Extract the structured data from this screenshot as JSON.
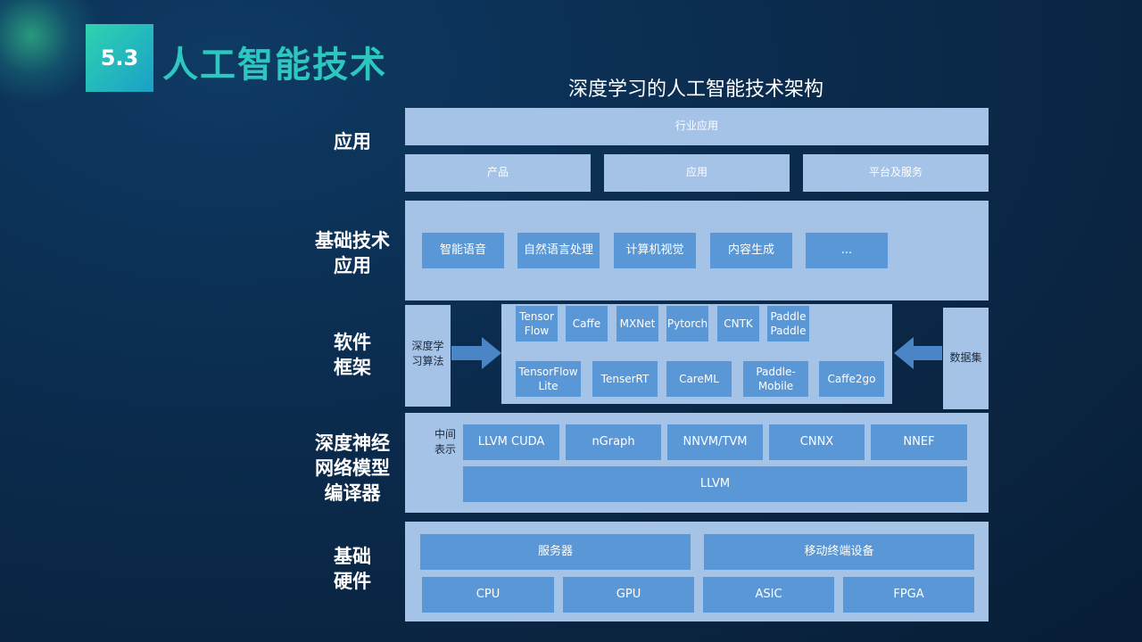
{
  "header": {
    "badge": "5.3",
    "title": "人工智能技术",
    "subtitle": "深度学习的人工智能技术架构"
  },
  "layers": {
    "app": {
      "label": [
        "应用"
      ],
      "top_bar": "行业应用",
      "items": [
        "产品",
        "应用",
        "平台及服务"
      ]
    },
    "basic_tech": {
      "label": [
        "基础技术",
        "应用"
      ],
      "items": [
        "智能语音",
        "自然语言处理",
        "计算机视觉",
        "内容生成",
        "..."
      ]
    },
    "framework": {
      "label": [
        "软件",
        "框架"
      ],
      "left_box": "深度学习算法",
      "right_box": "数据集",
      "row1": [
        "Tensor Flow",
        "Caffe",
        "MXNet",
        "Pytorch",
        "CNTK",
        "Paddle Paddle"
      ],
      "row2": [
        "TensorFlow Lite",
        "TenserRT",
        "CareML",
        "Paddle-Mobile",
        "Caffe2go"
      ]
    },
    "compiler": {
      "label": [
        "深度神经",
        "网络模型",
        "编译器"
      ],
      "side_text": "中间表示",
      "items": [
        "LLVM CUDA",
        "nGraph",
        "NNVM/TVM",
        "CNNX",
        "NNEF"
      ],
      "bottom": "LLVM"
    },
    "hardware": {
      "label": [
        "基础",
        "硬件"
      ],
      "row1": [
        "服务器",
        "移动终端设备"
      ],
      "row2": [
        "CPU",
        "GPU",
        "ASIC",
        "FPGA"
      ]
    }
  },
  "colors": {
    "panel": "#a5c3e6",
    "box": "#5a97d6",
    "title": "#2cc8c0",
    "arrow": "#4a86c6"
  }
}
